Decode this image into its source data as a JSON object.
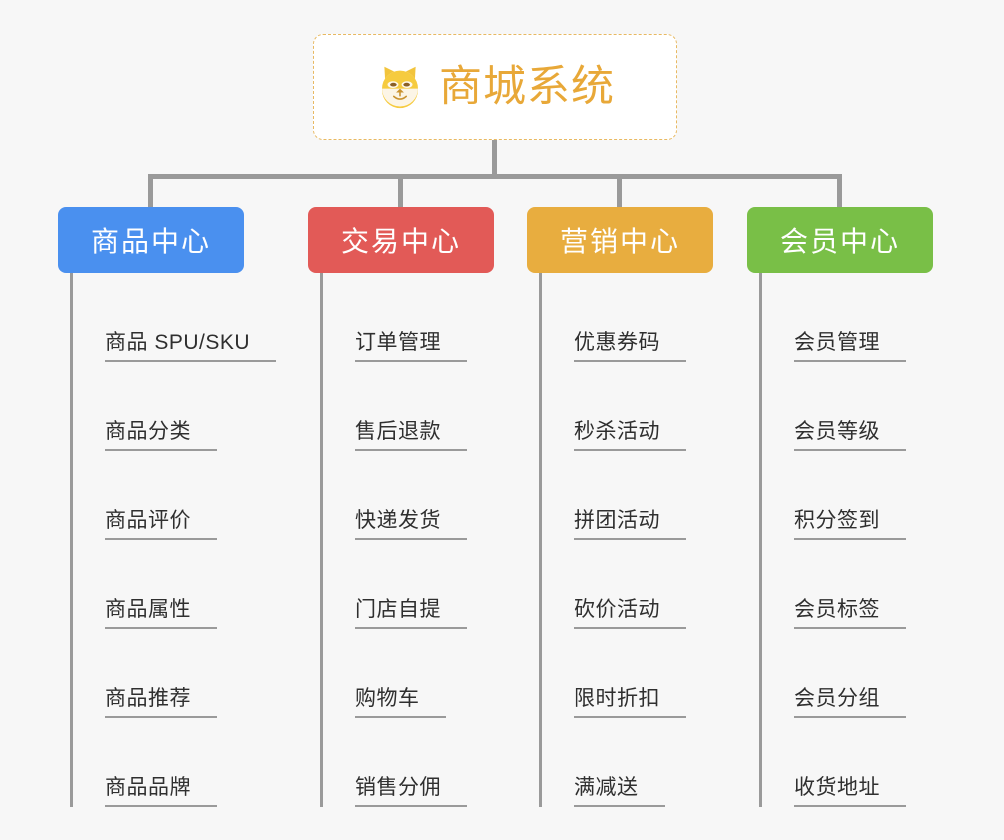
{
  "canvas": {
    "background": "#f7f7f7",
    "connector_color": "#9a9a9a"
  },
  "root": {
    "icon": "dog-face-icon",
    "title": "商城系统",
    "title_color": "#e8a838",
    "border_color": "#e8b962",
    "background": "#ffffff"
  },
  "columns": [
    {
      "id": "product-center",
      "title": "商品中心",
      "color": "#4a90ef",
      "items": [
        "商品 SPU/SKU",
        "商品分类",
        "商品评价",
        "商品属性",
        "商品推荐",
        "商品品牌"
      ]
    },
    {
      "id": "trade-center",
      "title": "交易中心",
      "color": "#e25a57",
      "items": [
        "订单管理",
        "售后退款",
        "快递发货",
        "门店自提",
        "购物车",
        "销售分佣"
      ]
    },
    {
      "id": "marketing-center",
      "title": "营销中心",
      "color": "#e8ad3f",
      "items": [
        "优惠券码",
        "秒杀活动",
        "拼团活动",
        "砍价活动",
        "限时折扣",
        "满减送"
      ]
    },
    {
      "id": "member-center",
      "title": "会员中心",
      "color": "#79bf47",
      "items": [
        "会员管理",
        "会员等级",
        "积分签到",
        "会员标签",
        "会员分组",
        "收货地址"
      ]
    }
  ]
}
